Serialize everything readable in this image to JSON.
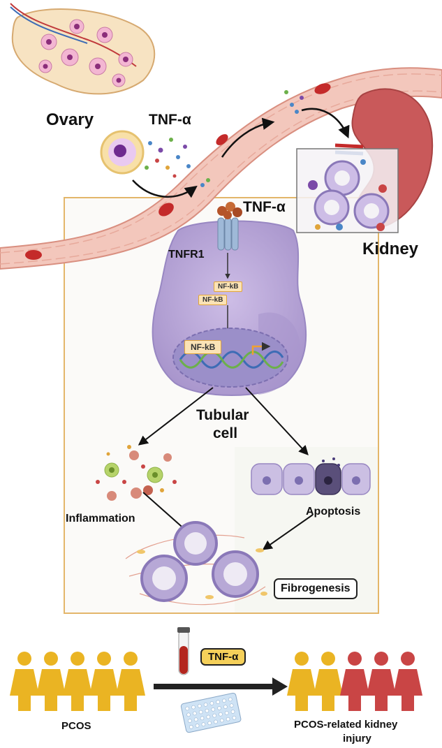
{
  "labels": {
    "ovary": "Ovary",
    "tnf_top": "TNF-α",
    "tnf_receptor": "TNF-α",
    "tnfr1": "TNFR1",
    "kidney": "Kidney",
    "nfkb_1": "NF-kB",
    "nfkb_2": "NF-kB",
    "nfkb_nucleus": "NF-kB",
    "tubular_cell_line1": "Tubular",
    "tubular_cell_line2": "cell",
    "inflammation": "Inflammation",
    "apoptosis": "Apoptosis",
    "fibrogenesis": "Fibrogenesis",
    "tnf_box": "TNF-α",
    "pcos": "PCOS",
    "outcome_line1": "PCOS-related kidney",
    "outcome_line2": "injury"
  },
  "colors": {
    "vessel": "#f3c7bc",
    "vessel_edge": "#d98f80",
    "rbc": "#c42a2a",
    "panel_border": "#e3b66a",
    "cell_body": "#b9a6d3",
    "nucleus": "#9b8fc9",
    "kidney": "#c9595a",
    "person_yellow": "#eab423",
    "person_red": "#c94545",
    "tnf_box": "#f5d05a"
  },
  "icons": [
    "ovary-icon",
    "follicle-cell-icon",
    "kidney-icon",
    "tubule-icon",
    "receptor-icon",
    "dna-icon",
    "immune-cell-icon",
    "epithelial-cell-icon",
    "blood-tube-icon",
    "well-plate-icon",
    "person-icon"
  ]
}
